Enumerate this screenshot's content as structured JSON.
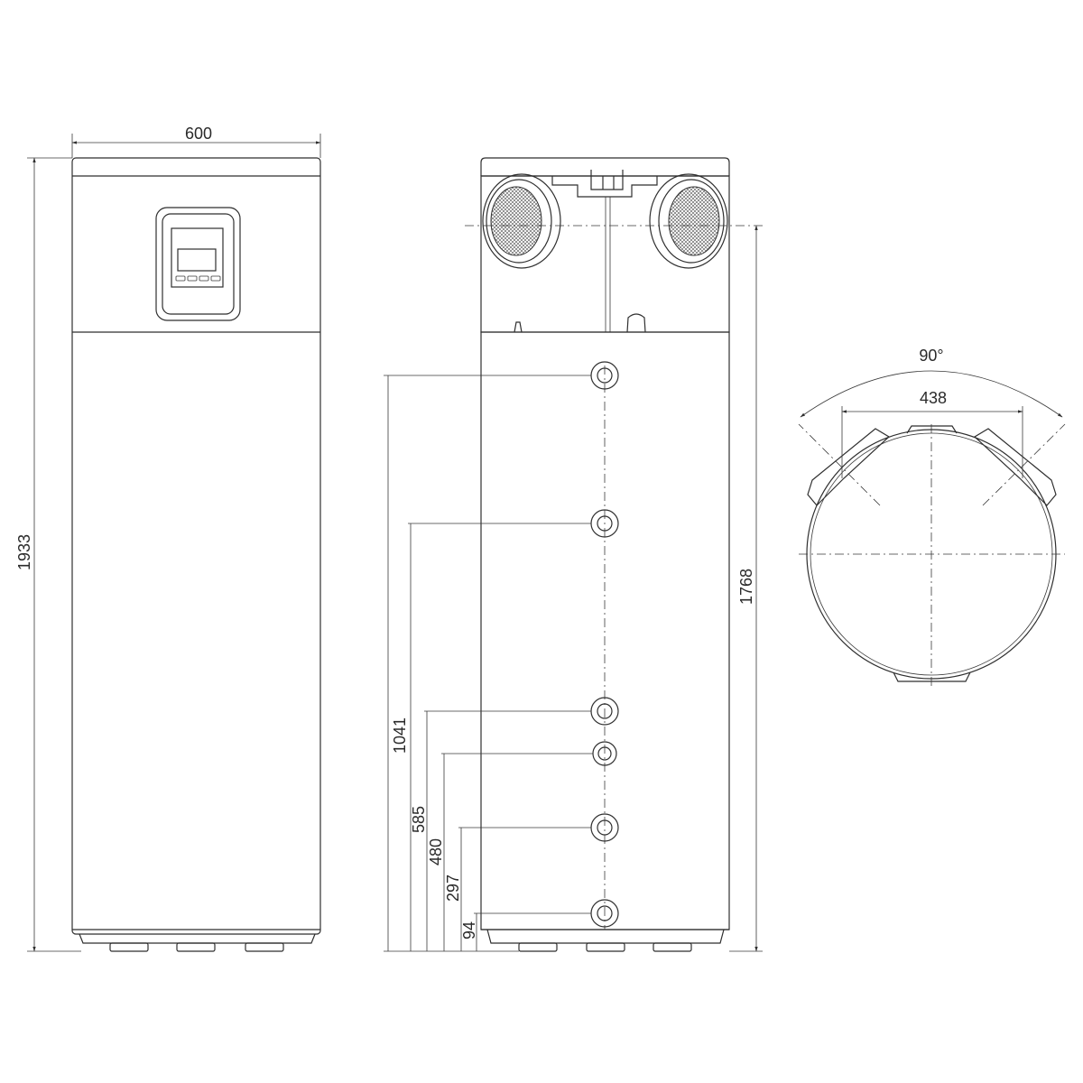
{
  "front_view": {
    "width_label": "600",
    "height_label": "1933"
  },
  "side_view": {
    "height_label": "1768",
    "connection_heights": [
      "1041",
      "585",
      "480",
      "297",
      "94"
    ]
  },
  "top_view": {
    "angle_label": "90°",
    "distance_label": "438"
  }
}
